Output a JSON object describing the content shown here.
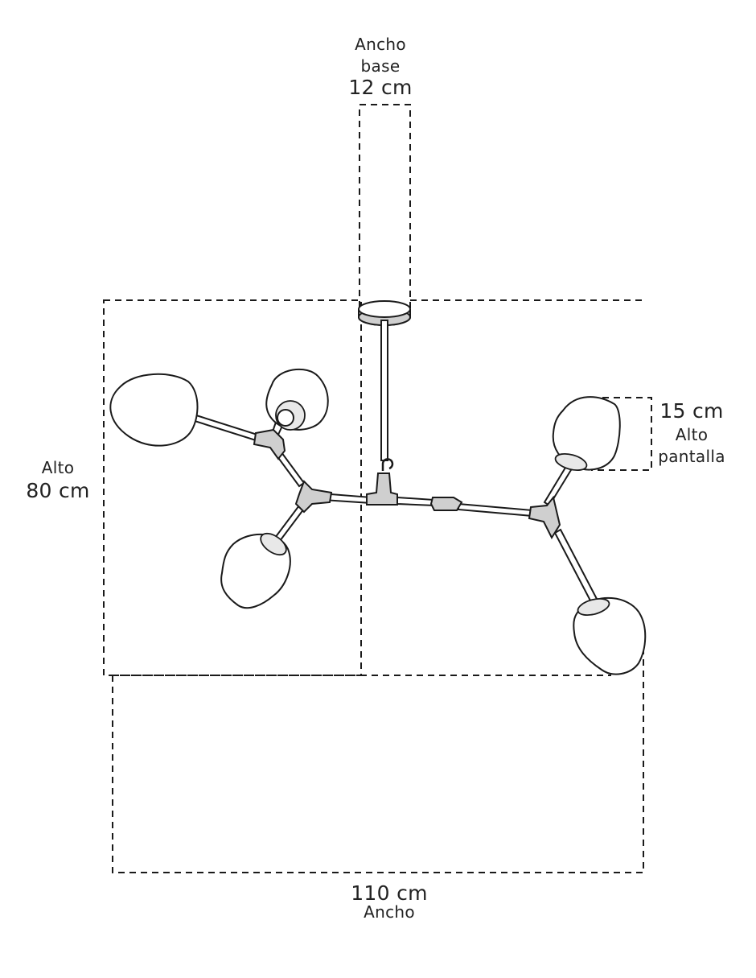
{
  "labels": {
    "base_width_title": "Ancho",
    "base_width_title2": "base",
    "base_width_value": "12 cm",
    "shade_height_value": "15 cm",
    "shade_height_title": "Alto",
    "shade_height_title2": "pantalla",
    "total_height_title": "Alto",
    "total_height_value": "80 cm",
    "total_width_value": "110 cm",
    "total_width_title": "Ancho"
  },
  "colors": {
    "line": "#1a1a1a",
    "metal": "#cfcfcf",
    "glass": "#ffffff"
  }
}
